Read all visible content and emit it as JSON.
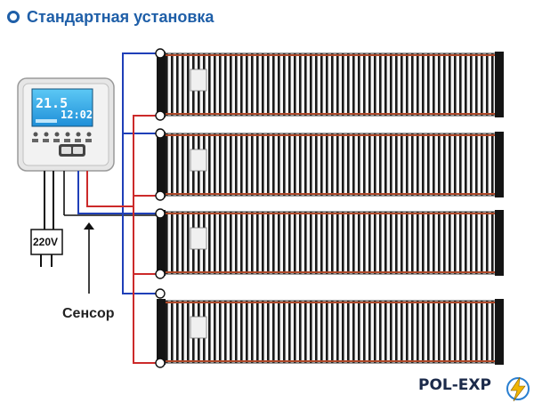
{
  "header": {
    "title": "Стандартная установка"
  },
  "thermostat": {
    "display_temp": "21.5",
    "display_time": "12:02"
  },
  "power": {
    "label": "220V"
  },
  "sensor": {
    "label": "Сенсор"
  },
  "film": {
    "strip_count": 4
  },
  "logo": {
    "text": "POL-EXP"
  },
  "colors": {
    "accent": "#1f5fa8",
    "live_wire": "#cc2a2a",
    "neutral_wire": "#1f3fb8",
    "lcd": "#2aa8e8"
  }
}
